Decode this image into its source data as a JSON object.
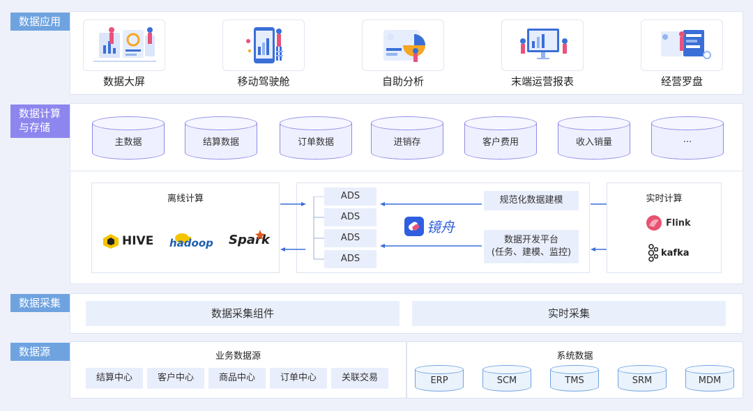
{
  "layers": {
    "app": "数据应用",
    "compute_line1": "数据计算",
    "compute_line2": "与存储",
    "collect": "数据采集",
    "source": "数据源"
  },
  "apps": [
    "数据大屏",
    "移动驾驶舱",
    "自助分析",
    "末端运营报表",
    "经营罗盘"
  ],
  "storage": [
    "主数据",
    "结算数据",
    "订单数据",
    "进销存",
    "客户费用",
    "收入销量",
    "..."
  ],
  "offline": {
    "title": "离线计算",
    "logos": [
      "HIVE",
      "hadoop",
      "Spark"
    ]
  },
  "ads": [
    "ADS",
    "ADS",
    "ADS",
    "ADS"
  ],
  "brand": "镜舟",
  "modeling": "规范化数据建模",
  "platform_line1": "数据开发平台",
  "platform_line2": "(任务、建模、监控)",
  "realtime": {
    "title": "实时计算",
    "flink": "Flink",
    "kafka": "kafka"
  },
  "collection": [
    "数据采集组件",
    "实时采集"
  ],
  "business_source": {
    "title": "业务数据源",
    "items": [
      "结算中心",
      "客户中心",
      "商品中心",
      "订单中心",
      "关联交易"
    ]
  },
  "system_source": {
    "title": "系统数据",
    "items": [
      "ERP",
      "SCM",
      "TMS",
      "SRM",
      "MDM"
    ]
  },
  "colors": {
    "blue_label": "#6fa3e0",
    "purple_label": "#8d86ee",
    "box_fill": "#e9eefc",
    "arrow": "#3b6fd8"
  }
}
